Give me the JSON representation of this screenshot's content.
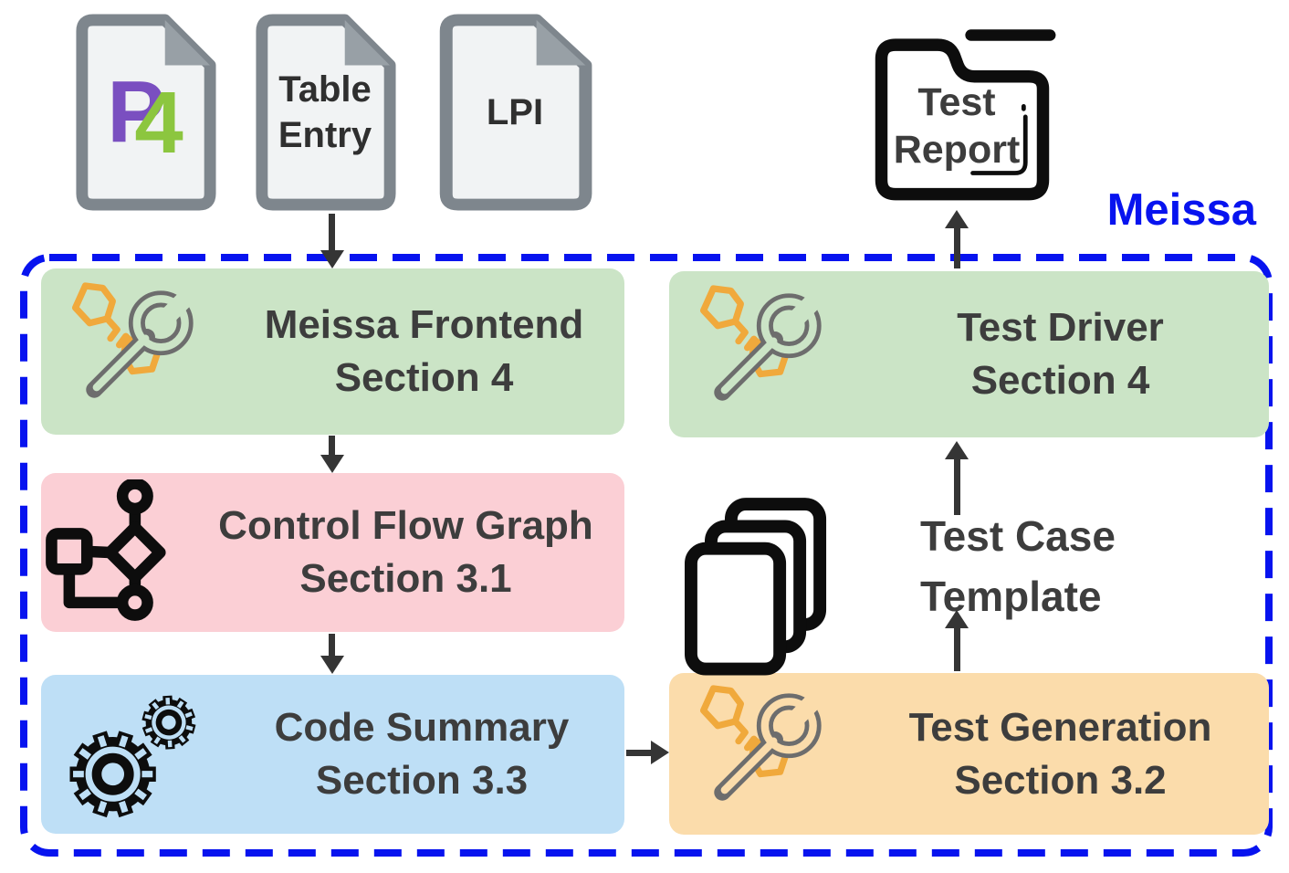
{
  "meissa_label": "Meissa",
  "inputs": {
    "p4_doc": {
      "logo_p": "P",
      "logo_4": "4",
      "icon": "document-icon"
    },
    "table_entry_doc": {
      "line1": "Table",
      "line2": "Entry",
      "icon": "document-icon"
    },
    "lpi_doc": {
      "label": "LPI",
      "icon": "document-icon"
    }
  },
  "output": {
    "test_report": {
      "line1": "Test",
      "line2": "Report",
      "icon": "report-folder-icon"
    }
  },
  "pipeline": {
    "frontend": {
      "title": "Meissa Frontend",
      "subtitle": "Section 4",
      "icon": "wrench-screwdriver-icon",
      "color_key": "node_green"
    },
    "control_flow_graph": {
      "title": "Control Flow Graph",
      "subtitle": "Section 3.1",
      "icon": "flow-graph-icon",
      "color_key": "node_pink"
    },
    "code_summary": {
      "title": "Code Summary",
      "subtitle": "Section 3.3",
      "icon": "gears-icon",
      "color_key": "node_blue"
    },
    "test_driver": {
      "title": "Test Driver",
      "subtitle": "Section 4",
      "icon": "wrench-screwdriver-icon",
      "color_key": "node_green"
    },
    "test_generation": {
      "title": "Test Generation",
      "subtitle": "Section 3.2",
      "icon": "wrench-screwdriver-icon",
      "color_key": "node_orange"
    }
  },
  "artifact": {
    "test_case_template": {
      "line1": "Test Case",
      "line2": "Template",
      "icon": "stacked-pages-icon"
    }
  },
  "colors": {
    "border_blue": "#0713ef",
    "node_green": "#cbe4c6",
    "node_pink": "#fbcfd5",
    "node_blue": "#bedff6",
    "node_orange": "#fbdcab",
    "tool_orange": "#f0a93c",
    "tool_gray": "#6d6d6d",
    "icon_black": "#0d0d0d",
    "arrow_dark": "#353535",
    "text_dark": "#3d3d3d",
    "doc_border_gray": "#7e868d",
    "doc_fill": "#f1f3f4",
    "doc_fold_gray": "#98a0a6",
    "p4_purple": "#7a4fc0",
    "p4_green": "#8cc63f"
  }
}
